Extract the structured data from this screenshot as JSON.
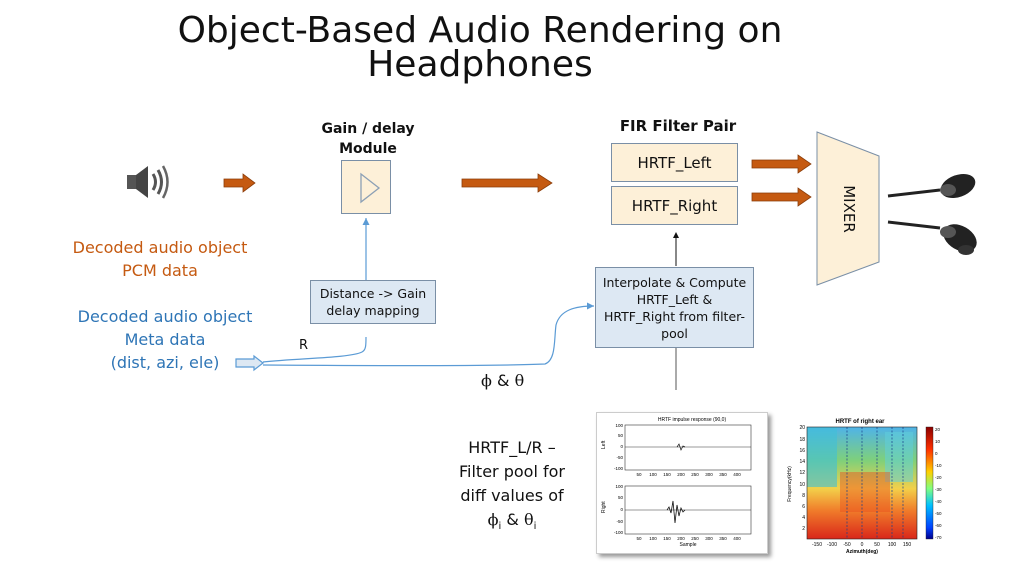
{
  "slide": {
    "title": "Object-Based Audio Rendering on Headphones"
  },
  "gain_module": {
    "label_line1": "Gain / delay",
    "label_line2": "Module"
  },
  "fir": {
    "label": "FIR Filter Pair",
    "left": "HRTF_Left",
    "right": "HRTF_Right"
  },
  "mixer": {
    "label": "MIXER"
  },
  "pcm": {
    "line1": "Decoded audio object",
    "line2": "PCM data"
  },
  "meta": {
    "line1": "Decoded audio object",
    "line2": "Meta data",
    "line3": "(dist, azi, ele)"
  },
  "distance_box": {
    "line1": "Distance -> Gain",
    "line2": "delay mapping"
  },
  "interp_box": {
    "line1": "Interpolate & Compute",
    "line2": "HRTF_Left &",
    "line3": "HRTF_Right from filter-",
    "line4": "pool"
  },
  "labels": {
    "r": "R",
    "phi": "ϕ",
    "amp": "&",
    "theta": "θ"
  },
  "pool": {
    "line1": "HRTF_L/R –",
    "line2": "Filter pool for",
    "line3": "diff values of",
    "phi": "ϕ",
    "sub_i": "i",
    "amp": "&",
    "theta": "θ"
  },
  "impulse_plot": {
    "title": "HRTF impulse response (90,0)",
    "top_ylabel": "Left",
    "bottom_ylabel": "Right",
    "xlabel": "Sample",
    "yticks": [
      "100",
      "50",
      "0",
      "-50",
      "-100"
    ],
    "xticks": [
      "50",
      "100",
      "150",
      "200",
      "250",
      "300",
      "350",
      "400"
    ]
  },
  "heatmap_plot": {
    "title": "HRTF of right ear",
    "ylabel": "Frequency(kHz)",
    "xlabel": "Azimuth(deg)",
    "yticks": [
      "20",
      "18",
      "16",
      "14",
      "12",
      "10",
      "8",
      "6",
      "4",
      "2"
    ],
    "xticks": [
      "-150",
      "-100",
      "-50",
      "0",
      "50",
      "100",
      "150"
    ],
    "cbticks": [
      "20",
      "10",
      "0",
      "-10",
      "-20",
      "-30",
      "-40",
      "-50",
      "-60",
      "-70"
    ]
  },
  "colors": {
    "orange_arrow": "#c55a11",
    "box_fill": "#fdf0d8",
    "blue_box_fill": "#dde8f3",
    "blue_text": "#2e75b6",
    "orange_text": "#c55a11",
    "line_blue": "#5b9bd5"
  },
  "icons": [
    "speaker-icon",
    "play-triangle-icon",
    "earphone-icon"
  ]
}
